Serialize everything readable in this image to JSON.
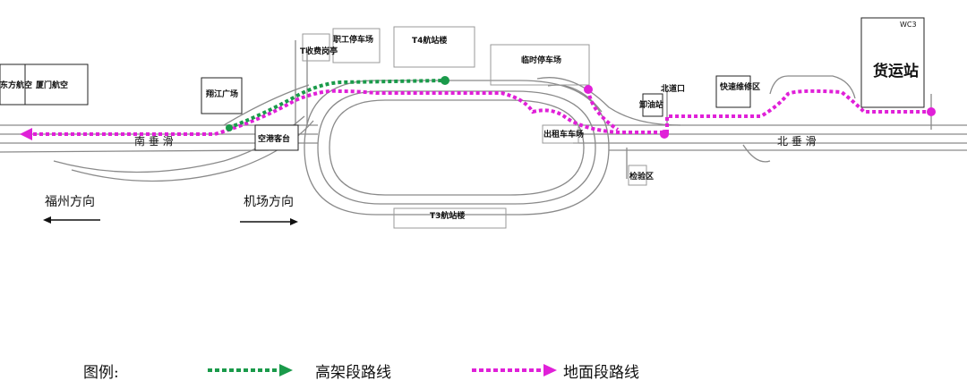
{
  "map": {
    "labels": {
      "east_airline": "东方航空",
      "xiamen_airline": "厦门航空",
      "yuanjiang_plaza": "翔江广场",
      "south_approach": "南 垂 滑",
      "airport_hotel": "空港客台",
      "toll_station": "T收费岗亭",
      "staff_parking": "职工停车场",
      "t4_terminal": "T4航站楼",
      "t3_terminal": "T3航站楼",
      "temp_parking": "临时停车场",
      "north_gate": "北道口",
      "checkpoint": "卸油站",
      "taxi_parking": "出租车车场",
      "fast_maintenance": "快速维修区",
      "north_approach": "北 垂 滑",
      "cargo_station": "货运站",
      "cargo_tag": "WC3",
      "checkout_area": "检验区"
    },
    "directions": {
      "fuzhou": "福州方向",
      "airport": "机场方向"
    },
    "colors": {
      "elevated_route": "#1a9a4a",
      "ground_route": "#e020d8",
      "road": "#8a8a8a",
      "building": "#222222"
    }
  },
  "legend": {
    "title": "图例:",
    "elevated_label": "高架段路线",
    "ground_label": "地面段路线"
  }
}
